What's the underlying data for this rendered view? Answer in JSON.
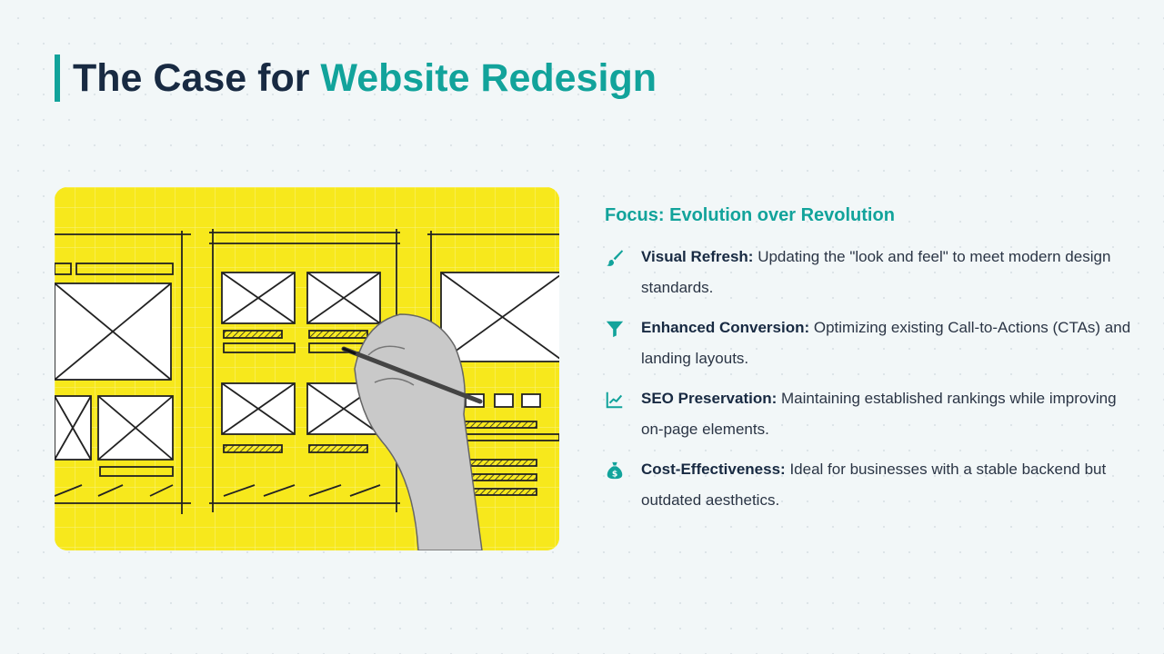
{
  "title": {
    "prefix": "The Case for ",
    "accent": "Website Redesign"
  },
  "focus_heading": "Focus: Evolution over Revolution",
  "items": [
    {
      "icon": "paintbrush-icon",
      "label": "Visual Refresh:",
      "text": " Updating the \"look and feel\" to meet modern design standards."
    },
    {
      "icon": "funnel-icon",
      "label": "Enhanced Conversion:",
      "text": " Optimizing existing Call-to-Actions (CTAs) and landing layouts."
    },
    {
      "icon": "chart-line-icon",
      "label": "SEO Preservation:",
      "text": " Maintaining established rankings while improving on-page elements."
    },
    {
      "icon": "money-bag-icon",
      "label": "Cost-Effectiveness:",
      "text": " Ideal for businesses with a stable backend but outdated aesthetics."
    }
  ],
  "colors": {
    "accent": "#12a39b",
    "heading": "#182a42",
    "hero_background": "#f7e81c",
    "page_background": "#f2f7f8"
  }
}
